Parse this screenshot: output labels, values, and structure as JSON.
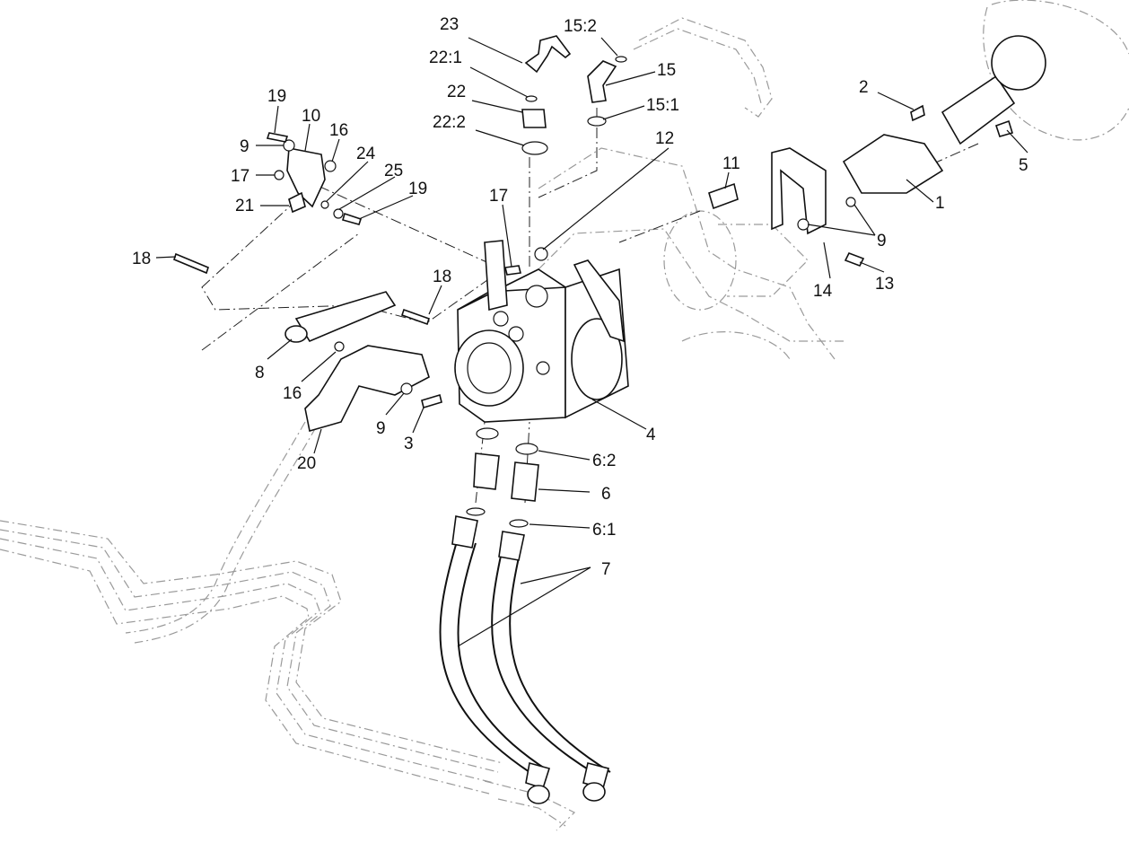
{
  "callouts": [
    {
      "id": "c23",
      "text": "23"
    },
    {
      "id": "c15_2",
      "text": "15:2"
    },
    {
      "id": "c22_1",
      "text": "22:1"
    },
    {
      "id": "c15",
      "text": "15"
    },
    {
      "id": "c22",
      "text": "22"
    },
    {
      "id": "c15_1",
      "text": "15:1"
    },
    {
      "id": "c22_2",
      "text": "22:2"
    },
    {
      "id": "c2",
      "text": "2"
    },
    {
      "id": "c19a",
      "text": "19"
    },
    {
      "id": "c10",
      "text": "10"
    },
    {
      "id": "c16a",
      "text": "16"
    },
    {
      "id": "c9a",
      "text": "9"
    },
    {
      "id": "c12",
      "text": "12"
    },
    {
      "id": "c5",
      "text": "5"
    },
    {
      "id": "c24",
      "text": "24"
    },
    {
      "id": "c11",
      "text": "11"
    },
    {
      "id": "c17a",
      "text": "17"
    },
    {
      "id": "c25",
      "text": "25"
    },
    {
      "id": "c19b",
      "text": "19"
    },
    {
      "id": "c1",
      "text": "1"
    },
    {
      "id": "c21",
      "text": "21"
    },
    {
      "id": "c17b",
      "text": "17"
    },
    {
      "id": "c9b",
      "text": "9"
    },
    {
      "id": "c18a",
      "text": "18"
    },
    {
      "id": "c13",
      "text": "13"
    },
    {
      "id": "c14",
      "text": "14"
    },
    {
      "id": "c18b",
      "text": "18"
    },
    {
      "id": "c8",
      "text": "8"
    },
    {
      "id": "c16b",
      "text": "16"
    },
    {
      "id": "c9c",
      "text": "9"
    },
    {
      "id": "c3",
      "text": "3"
    },
    {
      "id": "c4",
      "text": "4"
    },
    {
      "id": "c20",
      "text": "20"
    },
    {
      "id": "c6_2",
      "text": "6:2"
    },
    {
      "id": "c6",
      "text": "6"
    },
    {
      "id": "c6_1",
      "text": "6:1"
    },
    {
      "id": "c7",
      "text": "7"
    }
  ]
}
